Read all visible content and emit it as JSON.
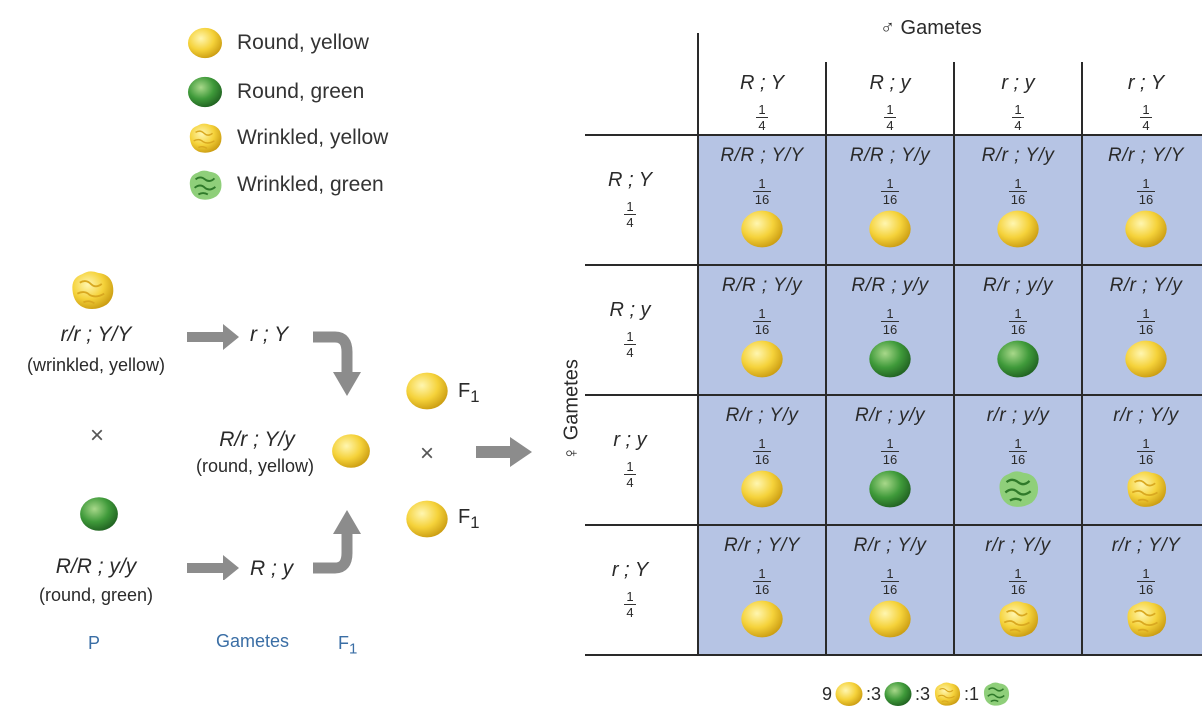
{
  "legend": [
    {
      "label": "Round, yellow",
      "icon": "round-yellow-pea"
    },
    {
      "label": "Round, green",
      "icon": "round-green-pea"
    },
    {
      "label": "Wrinkled, yellow",
      "icon": "wrinkled-yellow-pea"
    },
    {
      "label": "Wrinkled, green",
      "icon": "wrinkled-green-pea"
    }
  ],
  "colors": {
    "yellow": "#f5d23a",
    "green": "#3f9a3a",
    "grid_fill": "#b6c4e4",
    "arrow": "#8c8c8c",
    "stage_label": "#3a6ea5"
  },
  "parents": {
    "top": {
      "genotype": "r/r ; Y/Y",
      "phenotype": "(wrinkled, yellow)"
    },
    "bottom": {
      "genotype": "R/R ; y/y",
      "phenotype": "(round, green)"
    },
    "cross": "×"
  },
  "gametes": {
    "top": "r ; Y",
    "bottom": "R ; y"
  },
  "f1": {
    "genotype": "R/r ; Y/y",
    "phenotype": "(round, yellow)",
    "label": "F",
    "label_sub": "1",
    "cross": "×"
  },
  "stages": {
    "p": "P",
    "gametes": "Gametes",
    "f1": "F",
    "f1_sub": "1"
  },
  "punnett": {
    "male_label": "♂ Gametes",
    "female_label": "♀ Gametes",
    "col_gametes": [
      {
        "g": "R ; Y",
        "num": "1",
        "den": "4"
      },
      {
        "g": "R ; y",
        "num": "1",
        "den": "4"
      },
      {
        "g": "r ; y",
        "num": "1",
        "den": "4"
      },
      {
        "g": "r ; Y",
        "num": "1",
        "den": "4"
      }
    ],
    "row_gametes": [
      {
        "g": "R ; Y",
        "num": "1",
        "den": "4"
      },
      {
        "g": "R ; y",
        "num": "1",
        "den": "4"
      },
      {
        "g": "r ; y",
        "num": "1",
        "den": "4"
      },
      {
        "g": "r ; Y",
        "num": "1",
        "den": "4"
      }
    ],
    "cells": [
      [
        {
          "g": "R/R ; Y/Y",
          "num": "1",
          "den": "16",
          "p": "round-yellow"
        },
        {
          "g": "R/R ; Y/y",
          "num": "1",
          "den": "16",
          "p": "round-yellow"
        },
        {
          "g": "R/r ; Y/y",
          "num": "1",
          "den": "16",
          "p": "round-yellow"
        },
        {
          "g": "R/r ; Y/Y",
          "num": "1",
          "den": "16",
          "p": "round-yellow"
        }
      ],
      [
        {
          "g": "R/R ; Y/y",
          "num": "1",
          "den": "16",
          "p": "round-yellow"
        },
        {
          "g": "R/R ; y/y",
          "num": "1",
          "den": "16",
          "p": "round-green"
        },
        {
          "g": "R/r ; y/y",
          "num": "1",
          "den": "16",
          "p": "round-green"
        },
        {
          "g": "R/r ; Y/y",
          "num": "1",
          "den": "16",
          "p": "round-yellow"
        }
      ],
      [
        {
          "g": "R/r ; Y/y",
          "num": "1",
          "den": "16",
          "p": "round-yellow"
        },
        {
          "g": "R/r ; y/y",
          "num": "1",
          "den": "16",
          "p": "round-green"
        },
        {
          "g": "r/r ; y/y",
          "num": "1",
          "den": "16",
          "p": "wrinkled-green"
        },
        {
          "g": "r/r ; Y/y",
          "num": "1",
          "den": "16",
          "p": "wrinkled-yellow"
        }
      ],
      [
        {
          "g": "R/r ; Y/Y",
          "num": "1",
          "den": "16",
          "p": "round-yellow"
        },
        {
          "g": "R/r ; Y/y",
          "num": "1",
          "den": "16",
          "p": "round-yellow"
        },
        {
          "g": "r/r ; Y/y",
          "num": "1",
          "den": "16",
          "p": "wrinkled-yellow"
        },
        {
          "g": "r/r ; Y/Y",
          "num": "1",
          "den": "16",
          "p": "wrinkled-yellow"
        }
      ]
    ]
  },
  "ratio": [
    {
      "prefix": "9",
      "icon": "round-yellow"
    },
    {
      "prefix": ":3",
      "icon": "round-green"
    },
    {
      "prefix": ":3",
      "icon": "wrinkled-yellow"
    },
    {
      "prefix": ":1",
      "icon": "wrinkled-green"
    }
  ]
}
